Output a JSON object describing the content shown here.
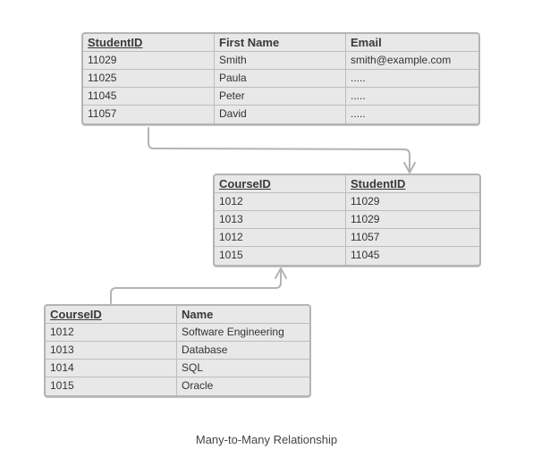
{
  "students": {
    "columns": [
      "StudentID",
      "First Name",
      "Email"
    ],
    "key_columns": [
      0
    ],
    "rows": [
      [
        "11029",
        "Smith",
        "smith@example.com"
      ],
      [
        "11025",
        "Paula",
        "....."
      ],
      [
        "11045",
        "Peter",
        "....."
      ],
      [
        "11057",
        "David",
        "....."
      ]
    ]
  },
  "enrollments": {
    "columns": [
      "CourseID",
      "StudentID"
    ],
    "key_columns": [
      0,
      1
    ],
    "rows": [
      [
        "1012",
        "11029"
      ],
      [
        "1013",
        "11029"
      ],
      [
        "1012",
        "11057"
      ],
      [
        "1015",
        "11045"
      ]
    ]
  },
  "courses": {
    "columns": [
      "CourseID",
      "Name"
    ],
    "key_columns": [
      0
    ],
    "rows": [
      [
        "1012",
        "Software Engineering"
      ],
      [
        "1013",
        "Database"
      ],
      [
        "1014",
        "SQL"
      ],
      [
        "1015",
        "Oracle"
      ]
    ]
  },
  "caption": "Many-to-Many Relationship",
  "colors": {
    "border": "#b4b4b4",
    "cell_bg": "#e8e8e8",
    "arrow": "#b4b4b4"
  }
}
